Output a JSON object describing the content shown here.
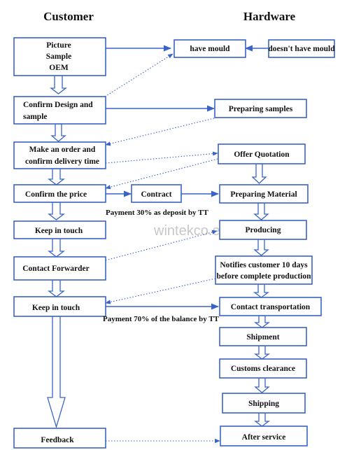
{
  "headers": {
    "customer": "Customer",
    "hardware": "Hardware"
  },
  "customer_steps": {
    "picture": "Picture",
    "sample": "Sample",
    "oem": "OEM",
    "confirm_design_1": "Confirm Design and",
    "confirm_design_2": "sample",
    "order_1": "Make an order and",
    "order_2": "confirm delivery time",
    "confirm_price": "Confirm the price",
    "keep_touch_1": "Keep in touch",
    "contact_forwarder": "Contact Forwarder",
    "keep_touch_2": "Keep in touch",
    "feedback": "Feedback"
  },
  "middle": {
    "contract": "Contract"
  },
  "hardware_steps": {
    "have_mould": "have mould",
    "no_mould": "doesn't have mould",
    "preparing_samples": "Preparing samples",
    "offer_quotation": "Offer Quotation",
    "preparing_material": "Preparing Material",
    "producing": "Producing",
    "notifies_1": "Notifies customer 10 days",
    "notifies_2": "before complete production",
    "contact_transport": "Contact transportation",
    "shipment": "Shipment",
    "customs": "Customs clearance",
    "shipping": "Shipping",
    "after_service": "After service"
  },
  "notes": {
    "deposit": "Payment 30% as deposit by TT",
    "balance": "Payment 70% of the balance by TT"
  },
  "watermark": "wintekco.en.alibaba.com",
  "colors": {
    "line": "#3a63c8",
    "text": "#111111"
  }
}
